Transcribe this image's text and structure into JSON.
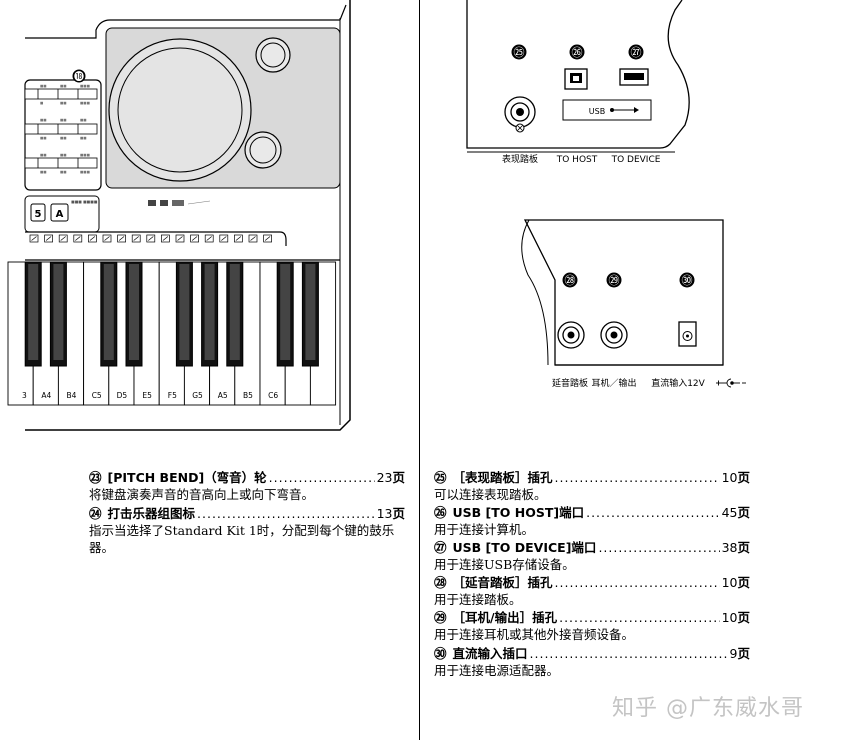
{
  "keyboard_keys": [
    "A4",
    "B4",
    "C5",
    "D5",
    "E5",
    "F5",
    "G5",
    "A5",
    "B5",
    "C6"
  ],
  "keyboard_partial_key": "3",
  "callout_18": "⓲",
  "panel_button_small": [
    "5",
    "A"
  ],
  "rear_panel_top": {
    "markers": [
      "㉕",
      "㉖",
      "㉗"
    ],
    "usb_label": "USB",
    "captions": [
      "表现踏板",
      "TO HOST",
      "TO DEVICE"
    ]
  },
  "rear_panel_bottom": {
    "markers": [
      "㉘",
      "㉙",
      "㉚"
    ],
    "captions": [
      "延音踏板",
      "耳机／输出",
      "直流输入12V"
    ]
  },
  "left_entries": [
    {
      "num": "㉓",
      "title": "[PITCH BEND]（弯音）轮",
      "page": "23",
      "page_unit": "页",
      "desc": "将键盘演奏声音的音高向上或向下弯音。"
    },
    {
      "num": "㉔",
      "title": "打击乐器组图标",
      "page": "13",
      "page_unit": "页",
      "desc": "指示当选择了Standard Kit 1时，分配到每个键的鼓乐器。"
    }
  ],
  "right_entries": [
    {
      "num": "㉕",
      "title": "［表现踏板］插孔",
      "page": "10",
      "page_unit": "页",
      "desc": "可以连接表现踏板。"
    },
    {
      "num": "㉖",
      "title": "USB [TO HOST]端口",
      "page": "45",
      "page_unit": "页",
      "desc": "用于连接计算机。"
    },
    {
      "num": "㉗",
      "title": "USB [TO DEVICE]端口",
      "page": "38",
      "page_unit": "页",
      "desc": "用于连接USB存储设备。"
    },
    {
      "num": "㉘",
      "title": "［延音踏板］插孔",
      "page": "10",
      "page_unit": "页",
      "desc": "用于连接踏板。"
    },
    {
      "num": "㉙",
      "title": "［耳机/输出］插孔",
      "page": "10",
      "page_unit": "页",
      "desc": "用于连接耳机或其他外接音频设备。"
    },
    {
      "num": "㉚",
      "title": "直流输入插口",
      "page": "9",
      "page_unit": "页",
      "desc": "用于连接电源适配器。"
    }
  ],
  "watermark": "知乎 @广东威水哥"
}
